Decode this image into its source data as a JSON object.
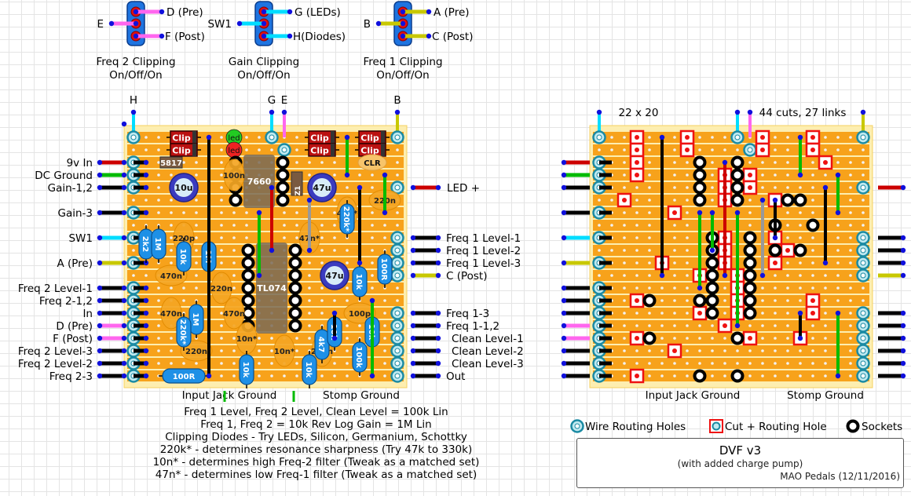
{
  "switches": [
    {
      "title": "Freq 2 Clipping",
      "mode": "On/Off/On",
      "common": "E",
      "top": "D (Pre)",
      "bottom": "F (Post)",
      "wire_color": "#ff66ee"
    },
    {
      "title": "Gain Clipping",
      "mode": "On/Off/On",
      "common": "SW1",
      "top": "G (LEDs)",
      "bottom": "H(Diodes)",
      "wire_color": "#00ddff"
    },
    {
      "title": "Freq 1 Clipping",
      "mode": "On/Off/On",
      "common": "B",
      "top": "A (Pre)",
      "bottom": "C (Post)",
      "wire_color": "#c8c800"
    }
  ],
  "layout_board": {
    "top_labels": [
      "H",
      "G",
      "E",
      "B"
    ],
    "left_labels": [
      "9v In",
      "DC Ground",
      "Gain-1,2",
      "Gain-3",
      "SW1",
      "A (Pre)",
      "Freq 2 Level-1",
      "Freq 2-1,2",
      "In",
      "D (Pre)",
      "F (Post)",
      "Freq 2 Level-3",
      "Freq 2 Level-2",
      "Freq 2-3"
    ],
    "right_labels": [
      "LED +",
      "Freq 1 Level-1",
      "Freq 1 Level-2",
      "Freq 1 Level-3",
      "C (Post)",
      "Freq 1-3",
      "Freq 1-1,2",
      "Clean Level-1",
      "Clean Level-2",
      "Clean Level-3",
      "Out"
    ],
    "bottom_labels": [
      "Input Jack Ground",
      "Stomp Ground"
    ],
    "components": {
      "clip": "Clip",
      "led": "led",
      "ic1": "7660",
      "ic2": "TL074",
      "regulator": "5817",
      "zener": "Z1",
      "clr": "CLR",
      "cap_10u": "10u",
      "cap_47u": "47u",
      "values": [
        "100n",
        "220n",
        "220p",
        "470n",
        "2k2",
        "1M",
        "10k",
        "4k7",
        "100k",
        "100R",
        "220k*",
        "10n*",
        "47n*",
        "100p"
      ]
    }
  },
  "cut_board": {
    "dimensions": "22 x 20",
    "stats": "44 cuts, 27 links",
    "bottom_labels": [
      "Input Jack Ground",
      "Stomp Ground"
    ]
  },
  "notes": [
    "Freq 1 Level, Freq 2 Level, Clean Level = 100k Lin",
    "Freq 1, Freq 2 = 10k Rev Log   Gain = 1M Lin",
    "Clipping Diodes - Try LEDs, Silicon, Germanium, Schottky",
    "220k* - determines resonance sharpness (Try 47k to 330k)",
    "10n* - determines high Freq-2 filter (Tweak as a matched set)",
    "47n* - determines low Freq-1 filter (Tweak as a matched set)"
  ],
  "legend": [
    {
      "label": "Wire Routing Holes",
      "icon": "wire-routing-hole-icon"
    },
    {
      "label": "Cut + Routing Hole",
      "icon": "cut-routing-hole-icon"
    },
    {
      "label": "Sockets",
      "icon": "socket-icon"
    }
  ],
  "title_block": {
    "title": "DVF v3",
    "subtitle": "(with added charge pump)",
    "credit": "MAO Pedals (12/11/2016)"
  },
  "colors": {
    "board": "#f7a21b",
    "board_edge": "#fdeeb0",
    "strip_gap": "#ffe6a8",
    "cut": "#ee1111",
    "link_black": "#000000",
    "link_green": "#00bb00",
    "link_red": "#cc0000",
    "resistor": "#1e90e6",
    "cap_ceramic": "#f5a623",
    "hole": "#1010dd"
  }
}
